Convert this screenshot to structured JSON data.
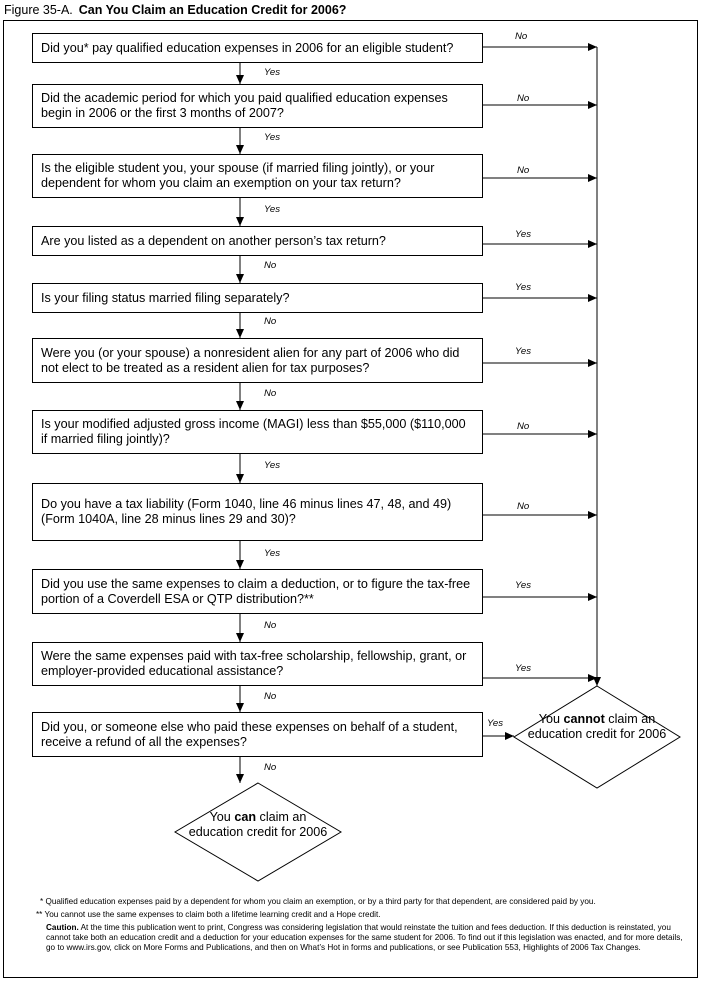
{
  "figure": {
    "number": "Figure 35-A.",
    "title": "Can You Claim an Education Credit for 2006?"
  },
  "questions": [
    {
      "text": "Did you* pay qualified education expenses in 2006 for an eligible student?",
      "down": "Yes",
      "right": "No"
    },
    {
      "text": "Did the academic period for which you paid qualified education expenses begin in 2006 or the first 3 months of 2007?",
      "down": "Yes",
      "right": "No"
    },
    {
      "text": "Is the eligible student you, your spouse (if married filing jointly), or your dependent for whom you claim an exemption on your tax return?",
      "down": "Yes",
      "right": "No"
    },
    {
      "text": "Are you listed as a dependent on another person’s tax return?",
      "down": "No",
      "right": "Yes"
    },
    {
      "text": "Is your filing status married filing separately?",
      "down": "No",
      "right": "Yes"
    },
    {
      "text": "Were you (or your spouse) a nonresident alien for any part of 2006 who did not elect to be treated as a resident alien for tax purposes?",
      "down": "No",
      "right": "Yes"
    },
    {
      "text": "Is your modified adjusted gross income (MAGI) less than $55,000 ($110,000 if married filing jointly)?",
      "down": "Yes",
      "right": "No"
    },
    {
      "text": "Do you have a tax liability (Form 1040, line 46 minus lines 47, 48, and 49) (Form 1040A, line 28 minus lines 29 and 30)?",
      "down": "Yes",
      "right": "No"
    },
    {
      "text": "Did you use the same expenses to claim a deduction, or to figure the tax-free portion of a Coverdell ESA or QTP distribution?**",
      "down": "No",
      "right": "Yes"
    },
    {
      "text": "Were the same expenses paid with tax-free scholarship, fellowship, grant, or employer-provided educational assistance?",
      "down": "No",
      "right": "Yes"
    },
    {
      "text": "Did you, or someone else who paid these expenses on behalf of a student, receive a refund of all the expenses?",
      "down": "No",
      "right": "Yes"
    }
  ],
  "outcomes": {
    "cannot": {
      "pre": "You ",
      "bold": "cannot",
      "post": " claim an education credit for 2006"
    },
    "can": {
      "pre": "You ",
      "bold": "can",
      "post": " claim an education credit for 2006"
    }
  },
  "footnotes": {
    "star": "* Qualified education expenses paid by a dependent for whom you claim an exemption, or by a third party for that dependent, are considered paid by you.",
    "double_star": "** You cannot use the same expenses to claim both a lifetime learning credit and a Hope credit.",
    "caution_label": "Caution.",
    "caution_text": " At the time this publication went to print, Congress was considering legislation that would reinstate the tuition and fees deduction. If this deduction is reinstated, you cannot take both an education credit and a deduction for your education expenses for the same student for 2006. To find out if this legislation was enacted, and for more details, go to www.irs.gov, click on More Forms and Publications, and then on What’s Hot in forms and publications, or see Publication 553, Highlights of 2006 Tax Changes."
  }
}
